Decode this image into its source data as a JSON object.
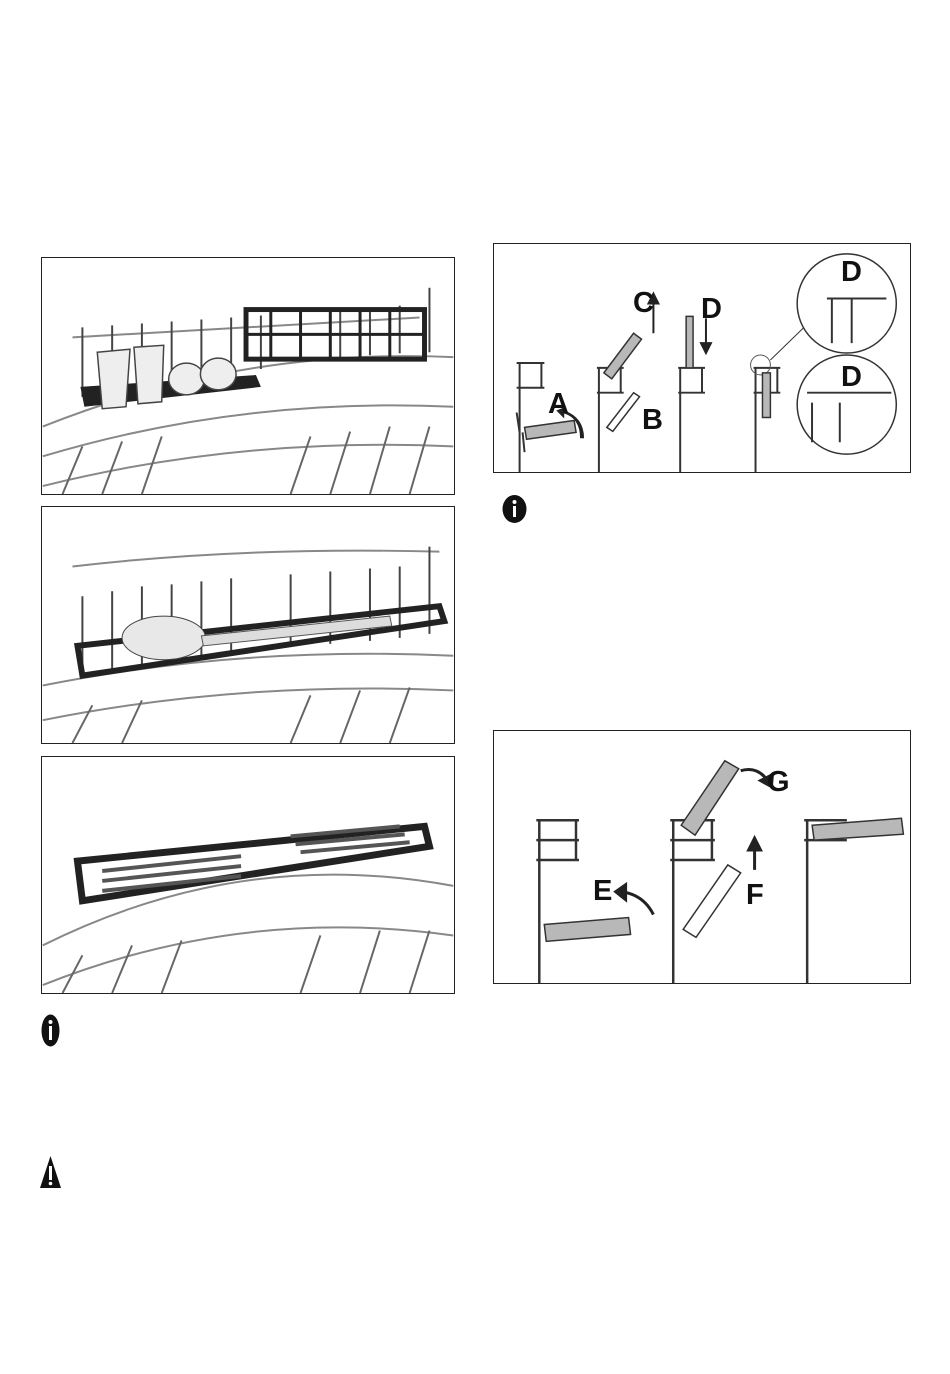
{
  "figures": {
    "rack_cups": {
      "alt_name": "rack-with-cups"
    },
    "rack_ladle": {
      "alt_name": "rack-with-ladle"
    },
    "rack_cutlery": {
      "alt_name": "rack-with-cutlery"
    },
    "fold_sequence_1": {
      "labels": {
        "a": "A",
        "b": "B",
        "c": "C",
        "d": "D",
        "d_detail_top": "D",
        "d_detail_bottom": "D"
      }
    },
    "fold_sequence_2": {
      "labels": {
        "e": "E",
        "f": "F",
        "g": "G"
      }
    }
  },
  "icons": {
    "info": "info-icon",
    "warning": "warning-icon"
  },
  "colors": {
    "line": "#222222",
    "fill_grey": "#b8b8b8",
    "rack_grey": "#9a9a9a"
  }
}
